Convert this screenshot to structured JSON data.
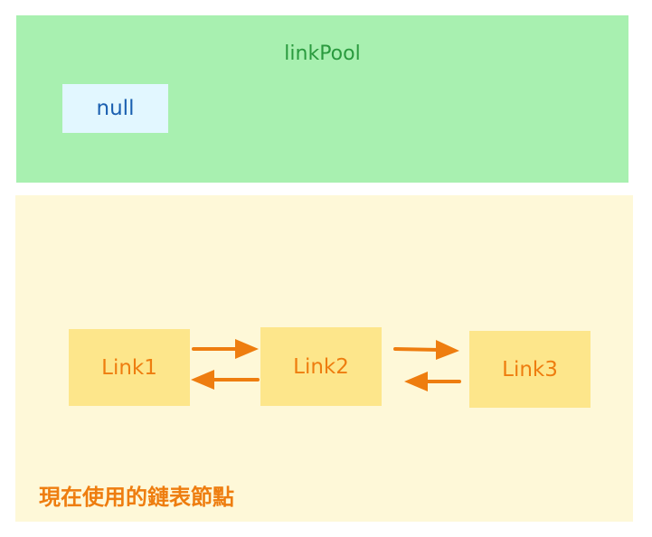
{
  "link_pool": {
    "title": "linkPool",
    "entry": "null"
  },
  "active_list": {
    "label": "現在使用的鏈表節點",
    "nodes": [
      "Link1",
      "Link2",
      "Link3"
    ]
  },
  "colors": {
    "pool_background": "#a8f0b0",
    "pool_title": "#2a9a3e",
    "null_background": "#e2f7ff",
    "null_text": "#1a5fb0",
    "active_background": "#fef8d8",
    "node_background": "#fde68b",
    "accent_orange": "#ee7d0f"
  }
}
